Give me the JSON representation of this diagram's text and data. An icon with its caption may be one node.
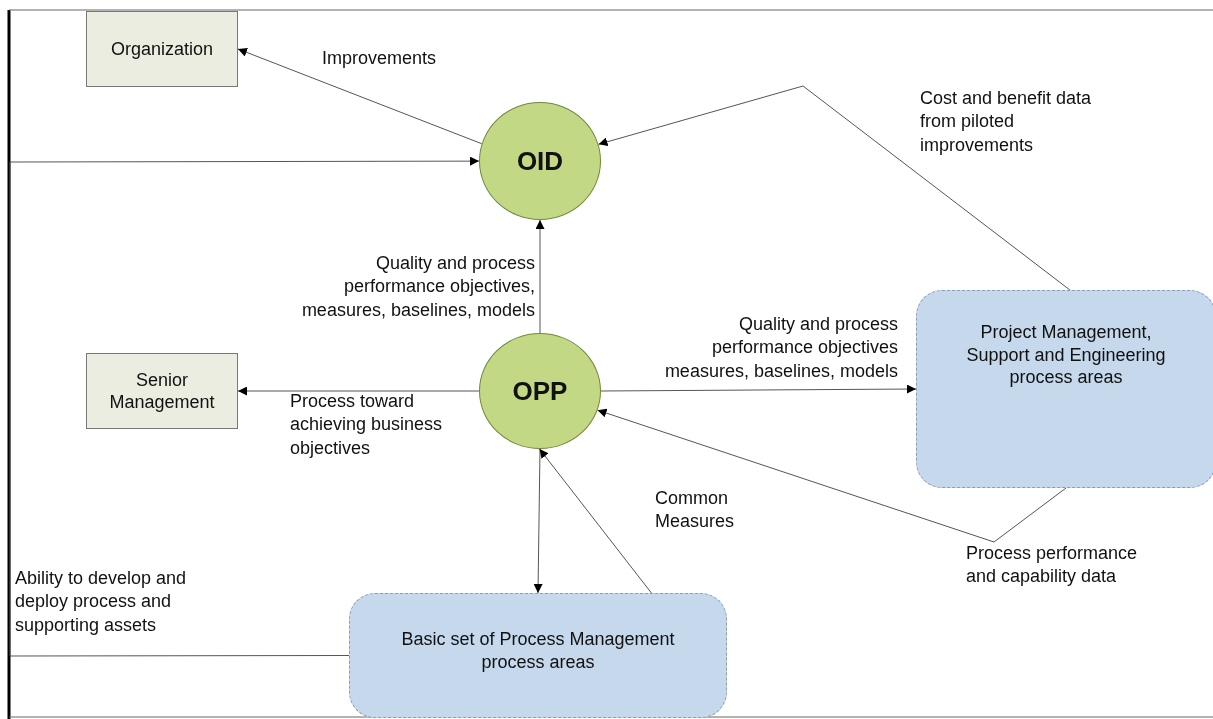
{
  "diagram": {
    "nodes": [
      {
        "text": [
          "Organization"
        ]
      },
      {
        "text": [
          "OID"
        ]
      },
      {
        "text": [
          "Senior Management"
        ]
      },
      {
        "text": [
          "OPP"
        ]
      },
      {
        "text": [
          "Project Management, Support and Engineering process areas"
        ]
      },
      {
        "text": [
          "Basic set of Process Management process areas"
        ]
      }
    ],
    "edges": [
      {
        "from": 1,
        "to": 0,
        "arrow": "to",
        "label": "Improvements"
      },
      {
        "from": 5,
        "to": 1,
        "arrow": "to",
        "label": "Ability to develop and deploy process and supporting assets"
      },
      {
        "from": 4,
        "to": 1,
        "arrow": "to",
        "label": "Cost and benefit data from piloted improvements"
      },
      {
        "from": 3,
        "to": 1,
        "arrow": "to",
        "label": "Quality and process performance objectives, measures, baselines, models"
      },
      {
        "from": 3,
        "to": 2,
        "arrow": "to",
        "label": "Process toward achieving business objectives"
      },
      {
        "from": 3,
        "to": 4,
        "arrow": "to",
        "label": "Quality and process performance objectives measures, baselines, models"
      },
      {
        "from": 3,
        "to": 5,
        "arrow": "to"
      },
      {
        "from": 5,
        "to": 3,
        "arrow": "to",
        "label": "Common Measures"
      },
      {
        "from": 4,
        "to": 3,
        "arrow": "to",
        "label": "Process performance and capability data"
      }
    ]
  }
}
